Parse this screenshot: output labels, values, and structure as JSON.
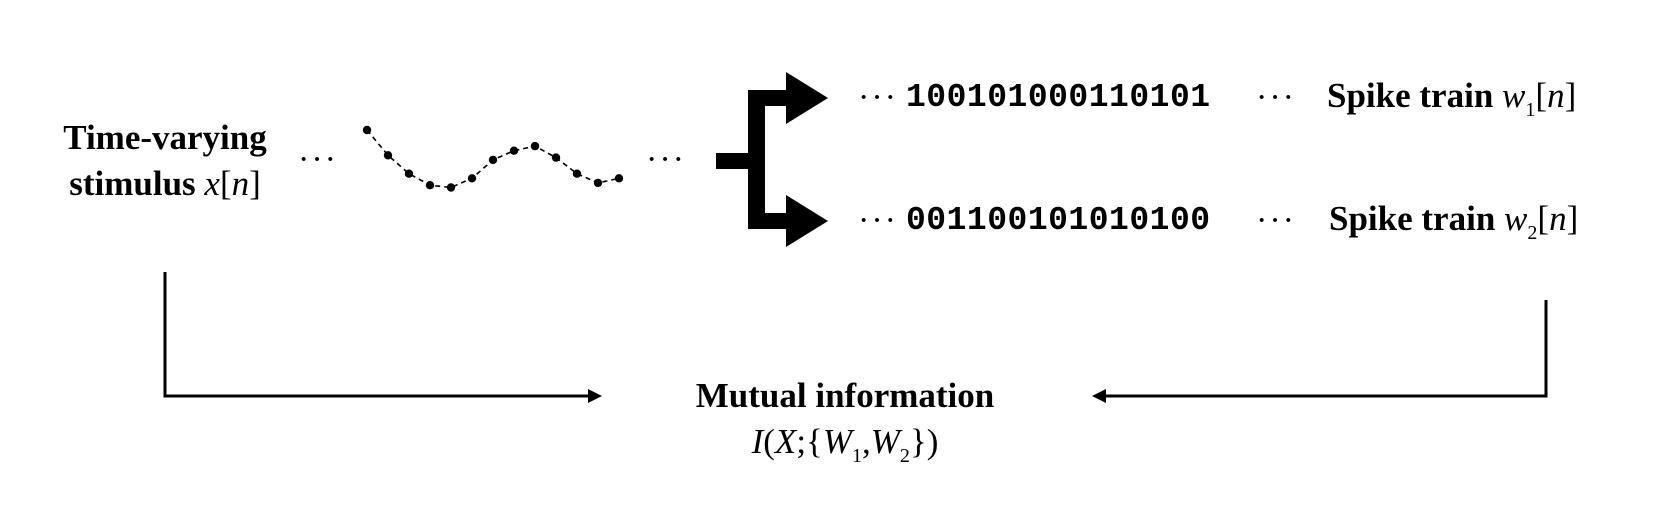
{
  "stimulus": {
    "label_line1": "Time-varying",
    "label_line2": "stimulus",
    "var": "x",
    "bracket_open": "[",
    "index": "n",
    "bracket_close": "]",
    "ellipsis_left": "···",
    "ellipsis_right": "···"
  },
  "spike_trains": [
    {
      "ellipsis_left": "···",
      "bits": "100101000110101",
      "ellipsis_right": "···",
      "label": "Spike train",
      "var": "w",
      "sub": "1",
      "bracket_open": "[",
      "index": "n",
      "bracket_close": "]"
    },
    {
      "ellipsis_left": "···",
      "bits": "001100101010100",
      "ellipsis_right": "···",
      "label": "Spike train",
      "var": "w",
      "sub": "2",
      "bracket_open": "[",
      "index": "n",
      "bracket_close": "]"
    }
  ],
  "mutual_information": {
    "title": "Mutual information",
    "I": "I",
    "open_paren": "(",
    "X": "X",
    "semicolon": ";",
    "open_brace": "{",
    "W": "W",
    "sub1": "1",
    "comma": ",",
    "sub2": "2",
    "close_brace": "}",
    "close_paren": ")"
  },
  "signal_samples": [
    0.0,
    -0.55,
    -0.95,
    -1.2,
    -1.25,
    -1.05,
    -0.65,
    -0.45,
    -0.35,
    -0.6,
    -0.95,
    -1.15,
    -1.05
  ]
}
